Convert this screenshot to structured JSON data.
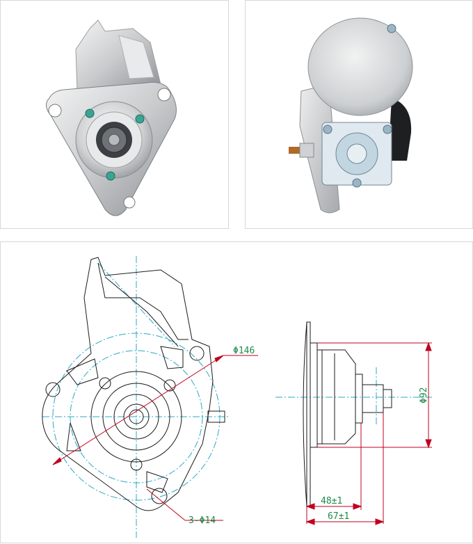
{
  "photos": {
    "front": {
      "icon": "starter-motor-front-photo"
    },
    "rear": {
      "icon": "starter-motor-rear-photo"
    }
  },
  "drawing": {
    "dim_outer_diameter": "Φ146",
    "dim_holes": "3-Φ14",
    "dim_pilot": "Φ92",
    "dim_length_48": "48±1",
    "dim_length_67": "67±1",
    "colors": {
      "outline": "#1a1a1a",
      "centerline": "#2aa8c4",
      "dimension": "#c0001f",
      "dim_text": "#1d8a4a"
    }
  }
}
